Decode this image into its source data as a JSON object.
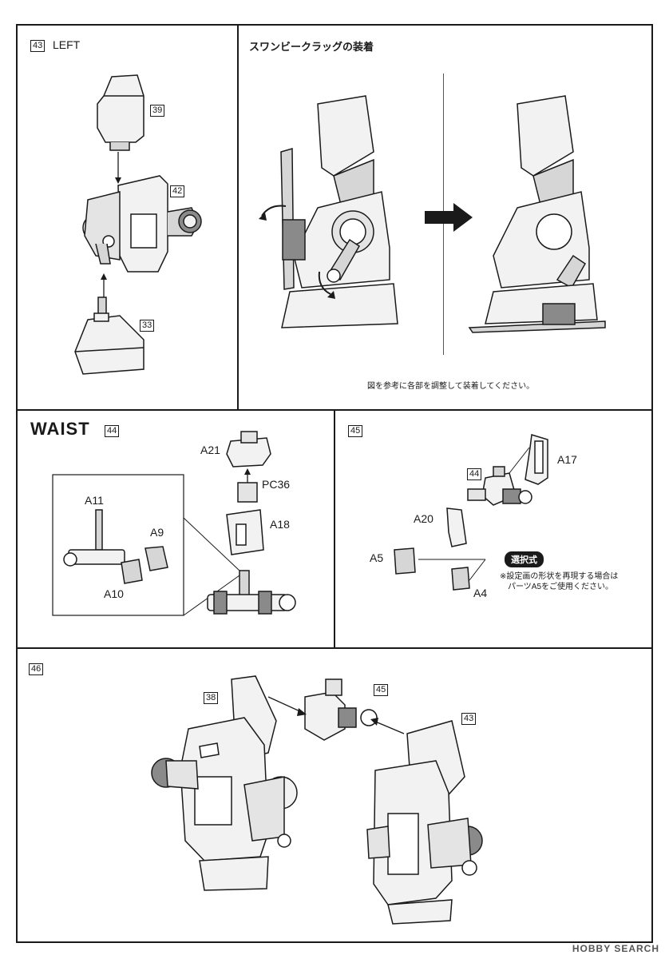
{
  "step43": {
    "num": "43",
    "title": "LEFT",
    "parts": [
      "39",
      "42",
      "33"
    ]
  },
  "swan": {
    "title": "スワンビークラッグの装着",
    "note": "図を参考に各部を調整して装着してください。"
  },
  "waist": {
    "title": "WAIST",
    "num": "44",
    "parts": {
      "a21": "A21",
      "pc36": "PC36",
      "a18": "A18",
      "a11": "A11",
      "a9": "A9",
      "a10": "A10"
    }
  },
  "step45": {
    "num": "45",
    "ref": "44",
    "parts": {
      "a17": "A17",
      "a20": "A20",
      "a5": "A5",
      "a4": "A4"
    },
    "option_label": "選択式",
    "option_note1": "※設定画の形状を再現する場合は",
    "option_note2": "パーツA5をご使用ください。"
  },
  "step46": {
    "num": "46",
    "parts": [
      "38",
      "45",
      "43"
    ]
  },
  "watermark": "HOBBY SEARCH",
  "colors": {
    "line": "#1a1a1a",
    "fill_light": "#f2f2f2",
    "fill_mid": "#d6d6d6",
    "fill_dark": "#8a8a8a"
  }
}
